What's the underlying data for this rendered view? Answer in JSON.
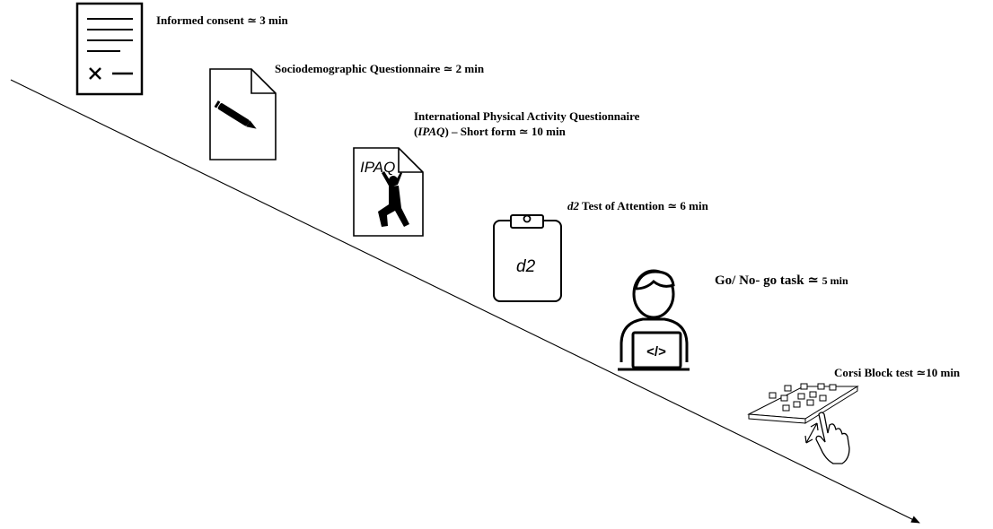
{
  "steps": [
    {
      "id": "informed-consent",
      "icon": "document-signature-icon",
      "label": "Informed consent ≃ 3 min"
    },
    {
      "id": "sociodemographic",
      "icon": "document-pen-icon",
      "label": "Sociodemographic Questionnaire ≃ 2 min"
    },
    {
      "id": "ipaq",
      "icon": "ipaq-document-icon",
      "icon_text": "IPAQ",
      "label_line1": "International Physical Activity Questionnaire",
      "label_line2_italic_open": "(",
      "label_line2_italic": "IPAQ",
      "label_line2_rest": ") – Short form ≃ 10 min"
    },
    {
      "id": "d2",
      "icon": "clipboard-icon",
      "icon_text": "d2",
      "label_italic": "d2",
      "label_rest": " Test of Attention ≃ 6 min"
    },
    {
      "id": "go-no-go",
      "icon": "person-laptop-icon",
      "icon_text": "</>",
      "label_main": "Go/ No- go task ≃ ",
      "label_unit": "5 min"
    },
    {
      "id": "corsi",
      "icon": "corsi-board-icon",
      "label": "Corsi Block test ≃10 min"
    }
  ],
  "timeline": {
    "direction": "downward-right",
    "arrowhead": "end"
  },
  "colors": {
    "stroke": "#000000",
    "background": "#ffffff"
  }
}
